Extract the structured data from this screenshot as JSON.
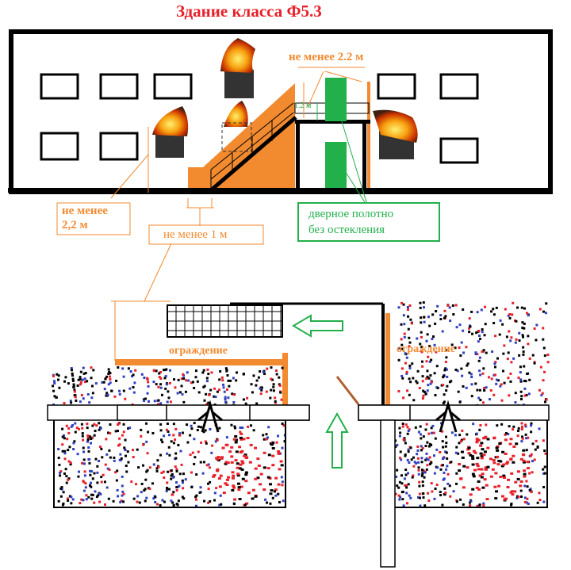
{
  "title": "Здание класса Ф5.3",
  "labels": {
    "top_min": "не менее 2.2 м",
    "railing_h": "1.2 м",
    "left_min_1": "не менее",
    "left_min_2": "2,2 м",
    "min_1m": "не менее 1 м",
    "door_1": "дверное полотно",
    "door_2": "без остекления",
    "fence_left": "ограждение",
    "fence_right": "ограждение"
  },
  "colors": {
    "orange": "#f28a30",
    "green": "#22b04b",
    "red": "#e8202a",
    "blue": "#3040c0"
  }
}
